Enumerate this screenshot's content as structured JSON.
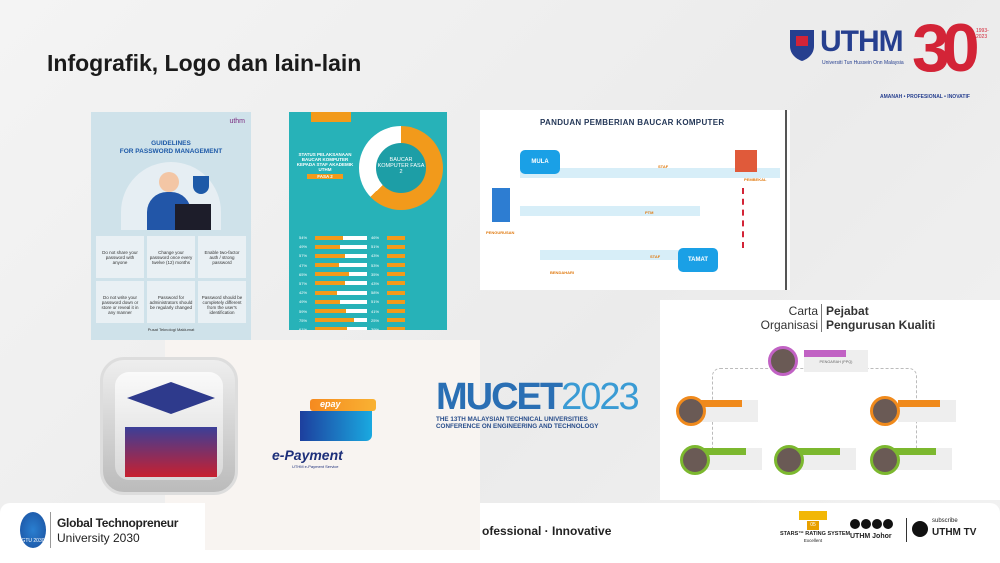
{
  "slide": {
    "title": "Infografik, Logo dan lain-lain"
  },
  "logo": {
    "name": "UTHM",
    "subtitle": "Universiti Tun Hussein Onn Malaysia",
    "anniversary": "30",
    "years": "1993-2023",
    "motto": "AMANAH • PROFESIONAL • INOVATIF"
  },
  "password_poster": {
    "brand": "uthm",
    "title_line1": "GUIDELINES",
    "title_line2": "FOR PASSWORD MANAGEMENT",
    "tips": [
      "Do not share your password with anyone",
      "Change your password once every twelve (12) months",
      "Enable two-factor auth / strong password",
      "Do not write your password down or store or reveal it in any manner",
      "Password for administrators should be regularly changed",
      "Password should be completely different from the user's identification"
    ],
    "footer": "Pusat Teknologi Maklumat"
  },
  "voucher_status": {
    "title": "STATUS PELAKSANAAN BAUCAR KOMPUTER KEPADA STAF AKADEMIK UTHM",
    "phase_tag": "FASA 2",
    "donut_label": "BAUCAR KOMPUTER FASA 2",
    "completed_fraction": 0.63,
    "bars": [
      {
        "left": "54%",
        "right": "46%",
        "fill": 0.54
      },
      {
        "left": "49%",
        "right": "51%",
        "fill": 0.49
      },
      {
        "left": "57%",
        "right": "43%",
        "fill": 0.57
      },
      {
        "left": "47%",
        "right": "53%",
        "fill": 0.47
      },
      {
        "left": "65%",
        "right": "35%",
        "fill": 0.65
      },
      {
        "left": "57%",
        "right": "43%",
        "fill": 0.57
      },
      {
        "left": "42%",
        "right": "58%",
        "fill": 0.42
      },
      {
        "left": "49%",
        "right": "51%",
        "fill": 0.49
      },
      {
        "left": "59%",
        "right": "41%",
        "fill": 0.59
      },
      {
        "left": "75%",
        "right": "25%",
        "fill": 0.75
      },
      {
        "left": "61%",
        "right": "39%",
        "fill": 0.61
      }
    ]
  },
  "flow": {
    "title": "PANDUAN PEMBERIAN BAUCAR KOMPUTER",
    "start": "MULA",
    "end": "TAMAT",
    "nodes": [
      "STAF",
      "PEMBEKAL",
      "PTM",
      "PENGURUSAN",
      "BENDAHARI",
      "STAF"
    ]
  },
  "logos": {
    "epay_tag": "epay",
    "epay_name": "e-Payment",
    "epay_sub": "UTHM e-Payment Service",
    "mucet_main": "MUCET",
    "mucet_year": "2023",
    "mucet_line1": "THE 13TH MALAYSIAN TECHNICAL UNIVERSITIES",
    "mucet_line2": "CONFERENCE ON ENGINEERING AND TECHNOLOGY"
  },
  "org_chart": {
    "title_left_1": "Carta",
    "title_left_2": "Organisasi",
    "title_right_1": "Pejabat",
    "title_right_2": "Pengurusan Kualiti",
    "head_role": "PENGARAH (PPQ)"
  },
  "footer": {
    "gtu_badge": "GTU 2030",
    "gtu_line1": "Global Technopreneur",
    "gtu_line2": "University 2030",
    "motto": "ofessional · Innovative",
    "stars_rating": "05",
    "stars_label": "STARS™ RATING SYSTEM",
    "stars_grade": "Excellent",
    "social_handle": "UTHM Johor",
    "subscribe": "subscribe",
    "tv": "UTHM TV"
  }
}
